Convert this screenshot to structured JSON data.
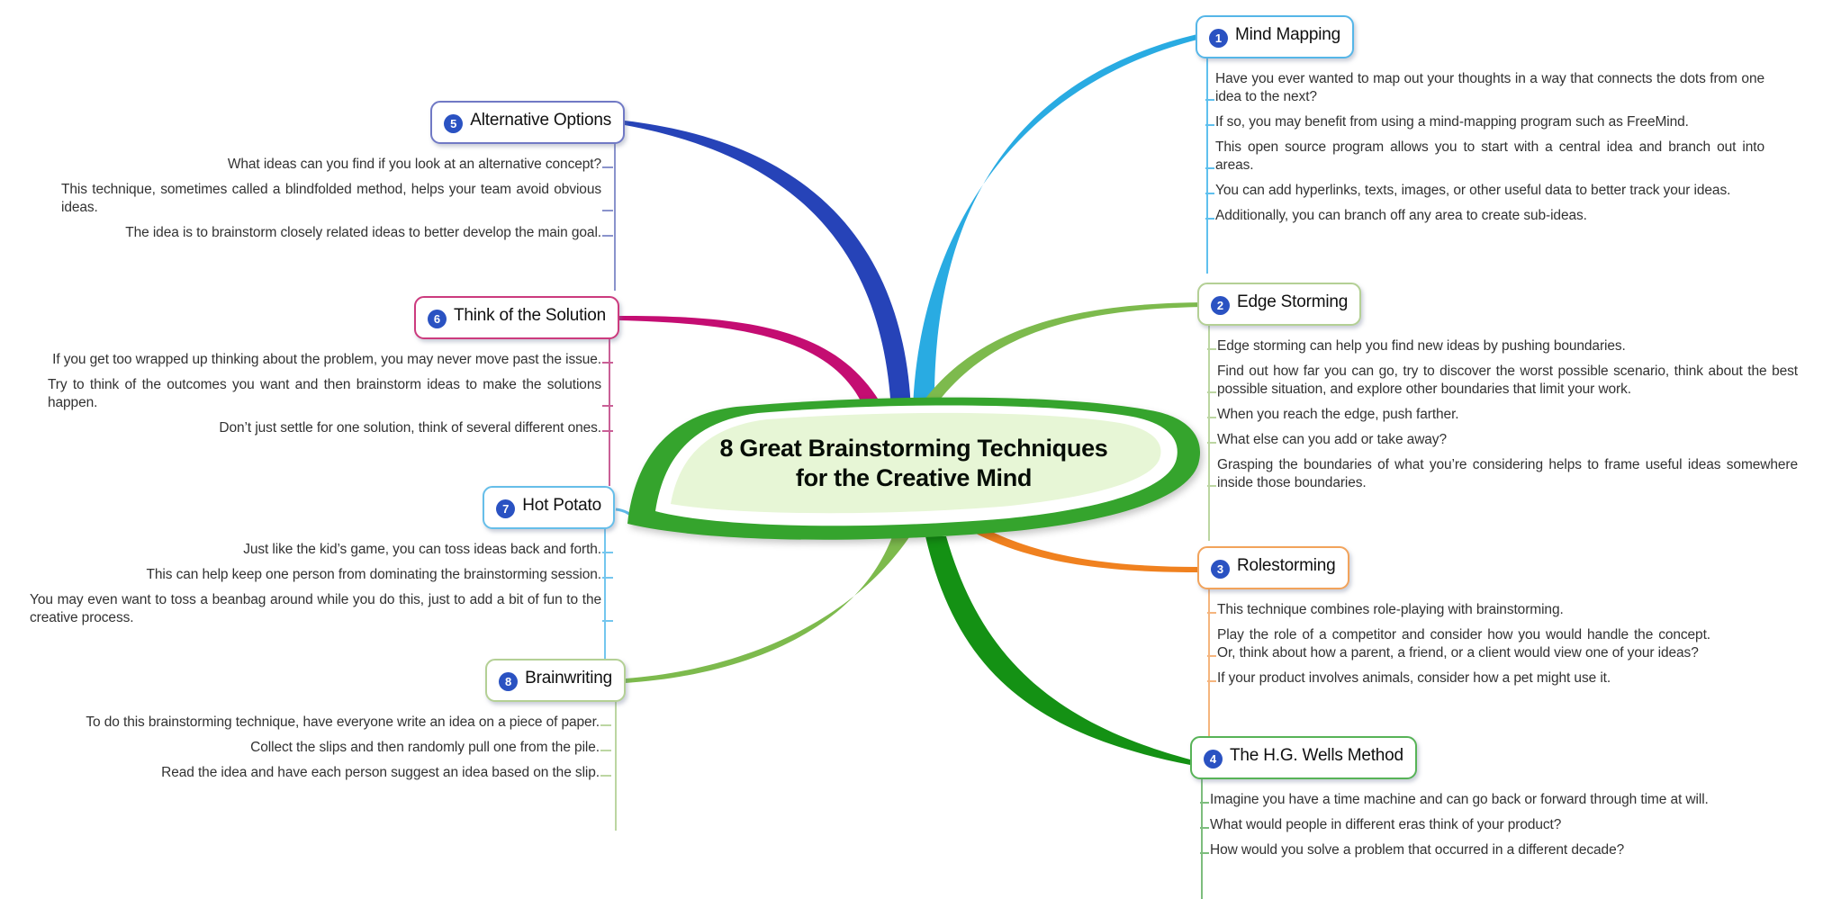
{
  "center": {
    "line1": "8 Great Brainstorming Techniques",
    "line2": "for the Creative Mind",
    "ribbon_color": "#35a42d",
    "inner_fill": "#e7f6d6",
    "text_color": "#060d06"
  },
  "badge_color": "#2a52c2",
  "groups": {
    "mind_mapping": {
      "number": "1",
      "label": "Mind Mapping",
      "side": "right",
      "colors": {
        "border": "#55b6e8",
        "bracket": "#5fc0ee",
        "branch": "#29abe2"
      },
      "items": [
        "Have you ever wanted to map out your thoughts in a way that connects the dots from one idea to the next?",
        "If so, you may benefit from using a mind-mapping program such as FreeMind.",
        "This open source program allows you to start with a central idea and branch out into areas.",
        "You can add hyperlinks, texts, images, or other useful data to better track your ideas.",
        "Additionally, you can branch off any area to create sub-ideas."
      ]
    },
    "edge_storming": {
      "number": "2",
      "label": "Edge Storming",
      "side": "right",
      "colors": {
        "border": "#b4d095",
        "bracket": "#bcd6a2",
        "branch": "#7dba4d"
      },
      "items": [
        "Edge storming can help you find new ideas by pushing boundaries.",
        "Find out how far you can go, try to discover the worst possible scenario, think about the best possible situation, and explore other boundaries that limit your work.",
        "When you reach the edge, push farther.",
        "What else can you add or take away?",
        "Grasping the boundaries of what you’re considering helps to frame useful ideas somewhere inside those boundaries."
      ]
    },
    "rolestorming": {
      "number": "3",
      "label": "Rolestorming",
      "side": "right",
      "colors": {
        "border": "#f2a35b",
        "bracket": "#f5b57e",
        "branch": "#f0811f"
      },
      "items": [
        "This technique combines role-playing with brainstorming.",
        "Play the role of a competitor and consider how you would handle the concept. Or, think about how a parent, a friend, or a client would view one of your ideas?",
        "If your product involves animals, consider how a pet might use it."
      ]
    },
    "hg_wells": {
      "number": "4",
      "label": "The H.G. Wells Method",
      "side": "right",
      "colors": {
        "border": "#57b357",
        "bracket": "#7dbd7d",
        "branch": "#149114"
      },
      "items": [
        "Imagine you have a time machine and can go back or forward through time at will.",
        "What would people in different eras think of your product?",
        "How would you solve a problem that occurred in a different decade?"
      ]
    },
    "alternative_options": {
      "number": "5",
      "label": "Alternative Options",
      "side": "left",
      "colors": {
        "border": "#7079c5",
        "bracket": "#8a93cc",
        "branch": "#2643b8"
      },
      "items": [
        "What ideas can you find if you look at an alternative concept?",
        "This technique, sometimes called a blindfolded method, helps your team avoid obvious ideas.",
        "The idea is to brainstorm closely related ideas to better develop the main goal."
      ]
    },
    "think_of_the_solution": {
      "number": "6",
      "label": "Think of the Solution",
      "side": "left",
      "colors": {
        "border": "#cc3b7e",
        "bracket": "#c95f96",
        "branch": "#c40d72"
      },
      "items": [
        "If you get too wrapped up thinking about the problem, you may never move past the issue.",
        "Try to think of the outcomes you want and then brainstorm ideas to make the solutions happen.",
        "Don’t just settle for one solution, think of several different ones."
      ]
    },
    "hot_potato": {
      "number": "7",
      "label": "Hot Potato",
      "side": "left",
      "colors": {
        "border": "#66bee9",
        "bracket": "#74c6ee",
        "branch": "#5fb8e6"
      },
      "items": [
        "Just like the kid’s game, you can toss ideas back and forth.",
        "This can help keep one person from dominating the brainstorming session.",
        "You may even want to toss a beanbag around while you do this, just to add a bit of fun to the creative process."
      ]
    },
    "brainwriting": {
      "number": "8",
      "label": "Brainwriting",
      "side": "left",
      "colors": {
        "border": "#b4d095",
        "bracket": "#bcd6a2",
        "branch": "#7dba4d"
      },
      "items": [
        "To do this brainstorming technique, have everyone write an idea on a piece of paper.",
        "Collect the slips and then randomly pull one from the pile.",
        "Read the idea and have each person suggest an idea based on the slip."
      ]
    }
  }
}
